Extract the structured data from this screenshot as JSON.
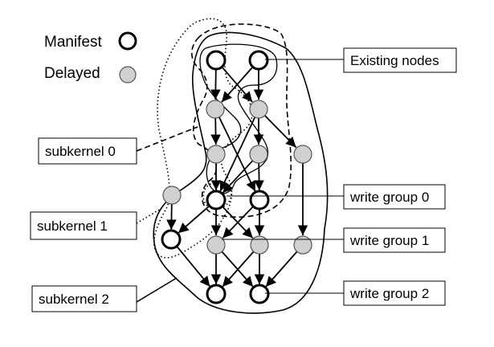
{
  "legend": {
    "manifest_label": "Manifest",
    "delayed_label": "Delayed"
  },
  "callouts": {
    "existing_nodes": "Existing nodes",
    "subkernel_0": "subkernel 0",
    "subkernel_1": "subkernel 1",
    "subkernel_2": "subkernel 2",
    "write_group_0": "write group 0",
    "write_group_1": "write group 1",
    "write_group_2": "write group 2"
  },
  "colors": {
    "manifest_fill": "#ffffff",
    "delayed_fill": "#d0d0d0",
    "stroke": "#000000"
  },
  "nodes": [
    {
      "id": "a1",
      "kind": "manifest"
    },
    {
      "id": "a2",
      "kind": "manifest"
    },
    {
      "id": "b1",
      "kind": "delayed"
    },
    {
      "id": "b2",
      "kind": "delayed"
    },
    {
      "id": "c1",
      "kind": "delayed"
    },
    {
      "id": "c2",
      "kind": "delayed"
    },
    {
      "id": "c3",
      "kind": "delayed"
    },
    {
      "id": "d0",
      "kind": "delayed"
    },
    {
      "id": "d1",
      "kind": "manifest"
    },
    {
      "id": "d2",
      "kind": "manifest"
    },
    {
      "id": "e0",
      "kind": "manifest"
    },
    {
      "id": "e1",
      "kind": "delayed"
    },
    {
      "id": "e2",
      "kind": "delayed"
    },
    {
      "id": "e3",
      "kind": "delayed"
    },
    {
      "id": "f1",
      "kind": "manifest"
    },
    {
      "id": "f2",
      "kind": "manifest"
    }
  ],
  "edges": [
    [
      "a1",
      "b1"
    ],
    [
      "a1",
      "b2"
    ],
    [
      "a2",
      "b1"
    ],
    [
      "a2",
      "b2"
    ],
    [
      "b1",
      "c1"
    ],
    [
      "b1",
      "d2"
    ],
    [
      "b2",
      "c2"
    ],
    [
      "b2",
      "c3"
    ],
    [
      "b2",
      "d1"
    ],
    [
      "c1",
      "d1"
    ],
    [
      "c2",
      "d1"
    ],
    [
      "c2",
      "d2"
    ],
    [
      "d0",
      "e0"
    ],
    [
      "d1",
      "e0"
    ],
    [
      "d1",
      "e1"
    ],
    [
      "d1",
      "e2"
    ],
    [
      "d2",
      "e1"
    ],
    [
      "d2",
      "e2"
    ],
    [
      "c3",
      "e3"
    ],
    [
      "e0",
      "f1"
    ],
    [
      "e1",
      "f1"
    ],
    [
      "e1",
      "f2"
    ],
    [
      "e2",
      "f1"
    ],
    [
      "e2",
      "f2"
    ],
    [
      "e3",
      "f2"
    ]
  ]
}
